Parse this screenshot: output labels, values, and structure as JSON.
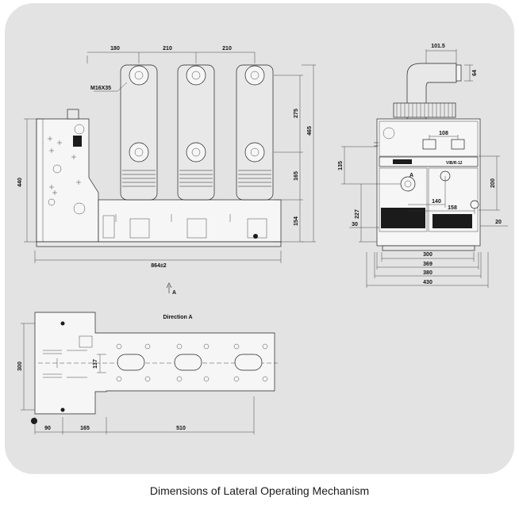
{
  "caption": "Dimensions of Lateral Operating Mechanism",
  "front_view": {
    "dims": {
      "pole_offset": "180",
      "pole_pitch_1": "210",
      "pole_pitch_2": "210",
      "total_width": "864±2",
      "overall_height": "440",
      "upper_terminal": "275",
      "lower_terminal": "165",
      "base_height": "154",
      "total_height": "465"
    },
    "thread_label": "M16X35",
    "view_arrow_label": "A"
  },
  "side_view": {
    "dims": {
      "terminal_offset": "101.5",
      "terminal_dia": "64",
      "window_spacing": "108",
      "panel_135": "135",
      "panel_227": "227",
      "panel_200": "200",
      "shaft_140": "140",
      "shaft_158": "158",
      "left_30": "30",
      "right_20": "20",
      "width_300": "300",
      "width_369": "369",
      "width_380": "380",
      "width_430": "430"
    },
    "nameplate_model": "VIB/R-12",
    "section_label_a": "A"
  },
  "bottom_view": {
    "title": "Direction A",
    "dims": {
      "height_300": "300",
      "height_137": "137",
      "left_90": "90",
      "mid_165": "165",
      "length_510": "510"
    }
  }
}
